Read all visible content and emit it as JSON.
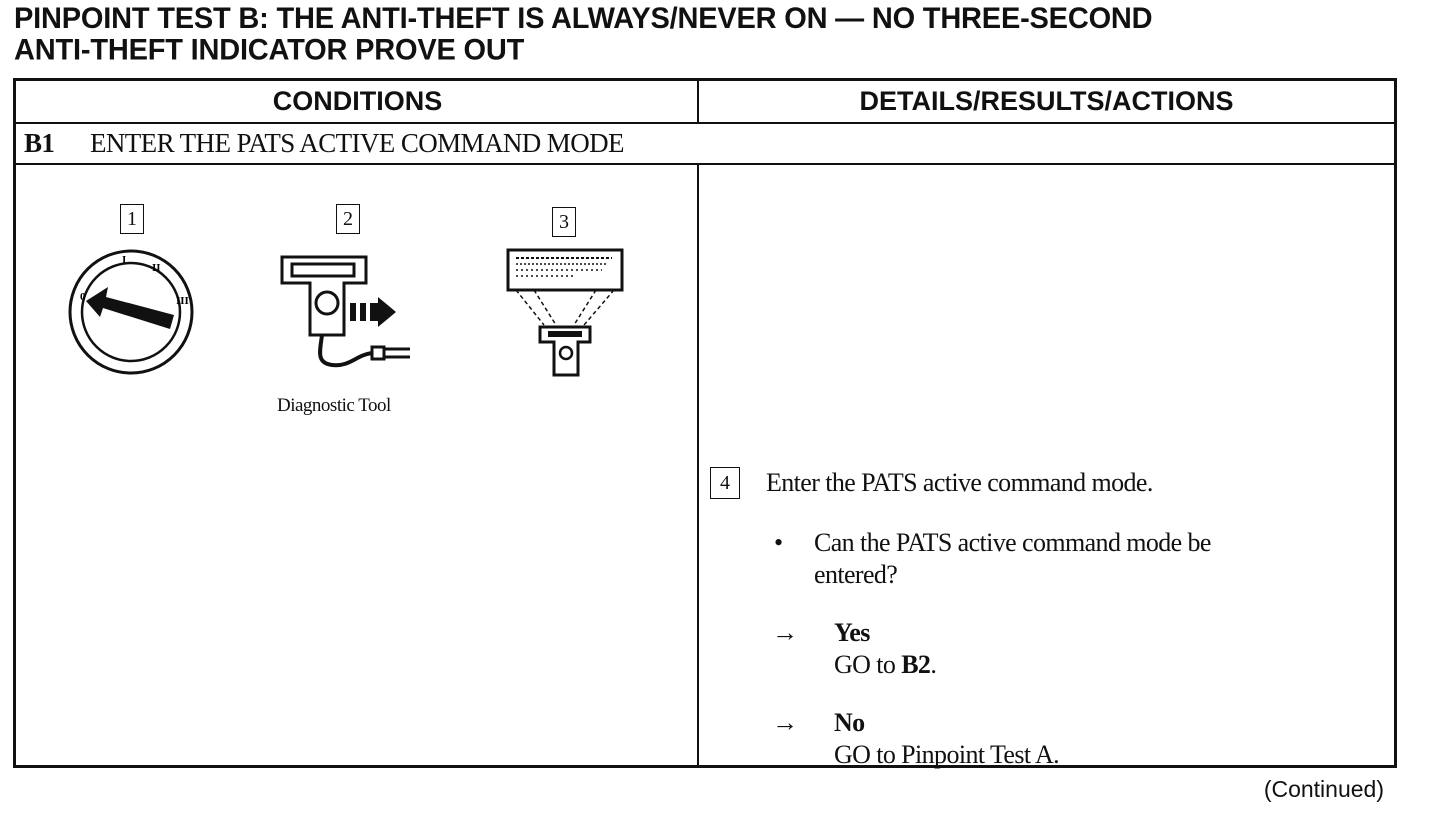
{
  "title": {
    "line1": "PINPOINT TEST B: THE ANTI-THEFT IS ALWAYS/NEVER ON — NO THREE-SECOND",
    "line2": "ANTI-THEFT INDICATOR PROVE OUT"
  },
  "table": {
    "header_conditions": "CONDITIONS",
    "header_details": "DETAILS/RESULTS/ACTIONS",
    "step_id": "B1",
    "step_title": "ENTER THE PATS ACTIVE COMMAND MODE"
  },
  "figures": {
    "box1": "1",
    "box2": "2",
    "box3": "3",
    "ignition_positions": [
      "0",
      "I",
      "II",
      "III"
    ],
    "caption_tool": "Diagnostic Tool",
    "icons": [
      "ignition-switch-icon",
      "diagnostic-tool-icon",
      "tool-display-icon"
    ]
  },
  "details": {
    "step_box": "4",
    "instruction": "Enter the PATS active command mode.",
    "question_bullet": "•",
    "question_line1": "Can the PATS active command mode be",
    "question_line2": "entered?",
    "arrow": "→",
    "yes_label": "Yes",
    "yes_goto": "GO to ",
    "yes_target": "B2",
    "yes_end": ".",
    "no_label": "No",
    "no_goto": "GO to Pinpoint Test A."
  },
  "footer": {
    "continued": "(Continued)"
  }
}
